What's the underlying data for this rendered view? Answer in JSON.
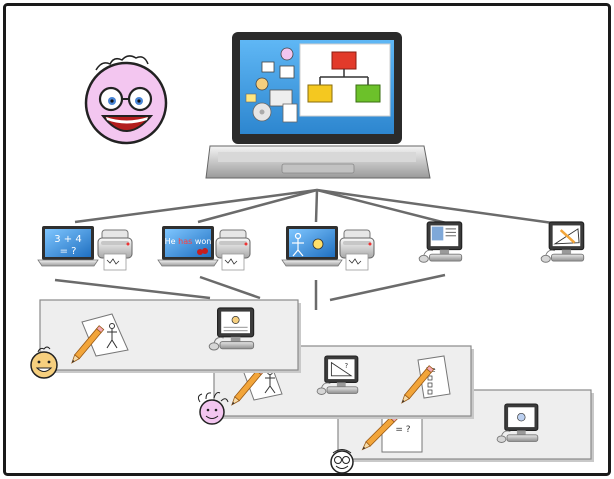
{
  "diagram": {
    "screen_texts": {
      "math_question": "3 + 4\n= ?",
      "story_prefix": "He ",
      "story_verb": "has",
      "story_suffix": " won",
      "worksheet_math": "3 + 4\n= ?",
      "question_mark": "?",
      "form_title": "He"
    },
    "colors": {
      "frame": "#1a1a1a",
      "connector": "#6b6b6b",
      "laptop_screen_bg": "#3a92d6",
      "panel_fill": "#eeeeee",
      "panel_shade": "#c9c9c9",
      "flow_red": "#e23a2a",
      "flow_yellow": "#f4c820",
      "flow_green": "#6cc12a",
      "face_pink": "#f3c6f0",
      "face_orange": "#f6cf7e"
    },
    "icons": [
      "teacher-face-icon",
      "child-face-icon",
      "girl-face-icon",
      "glasses-face-icon",
      "laptop-icon",
      "printer-icon",
      "desktop-computer-icon",
      "pencil-icon",
      "worksheet-icon",
      "flowchart-icon"
    ]
  }
}
